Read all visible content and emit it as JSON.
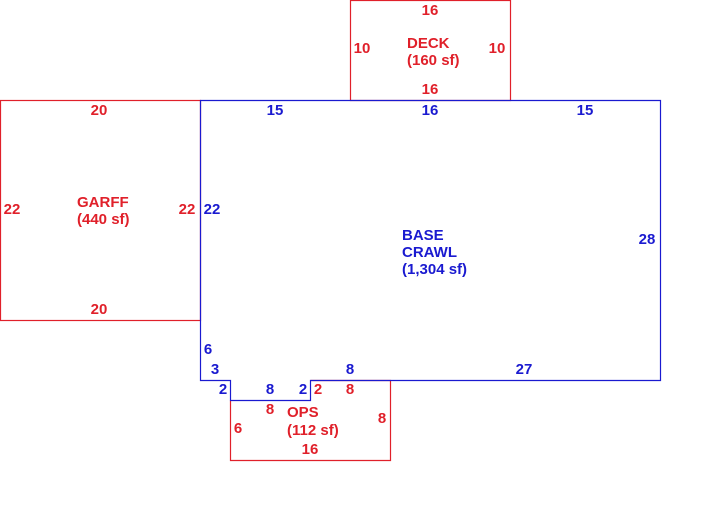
{
  "colors": {
    "red": "#e0202a",
    "blue": "#1a1ad0"
  },
  "areas": {
    "deck": {
      "name": "DECK",
      "area": "(160 sf)",
      "dims": {
        "top": "16",
        "bottom": "16",
        "left": "10",
        "right": "10"
      }
    },
    "garff": {
      "name": "GARFF",
      "area": "(440 sf)",
      "dims": {
        "top": "20",
        "bottom": "20",
        "left": "22",
        "right": "22"
      }
    },
    "base": {
      "name_line1": "BASE",
      "name_line2": "CRAWL",
      "area": "(1,304 sf)",
      "dims": {
        "top_left": "15",
        "top_mid": "16",
        "top_right": "15",
        "left": "22",
        "right": "28",
        "left_lower": "6",
        "step_a": "3",
        "step_b": "2",
        "notch_bottom": "8",
        "notch_right": "2",
        "bottom_a": "8",
        "bottom_b": "27"
      }
    },
    "ops": {
      "name": "OPS",
      "area": "(112 sf)",
      "dims": {
        "top_right": "2",
        "top": "8",
        "inner": "8",
        "left": "6",
        "right": "8",
        "bottom": "16"
      }
    }
  }
}
